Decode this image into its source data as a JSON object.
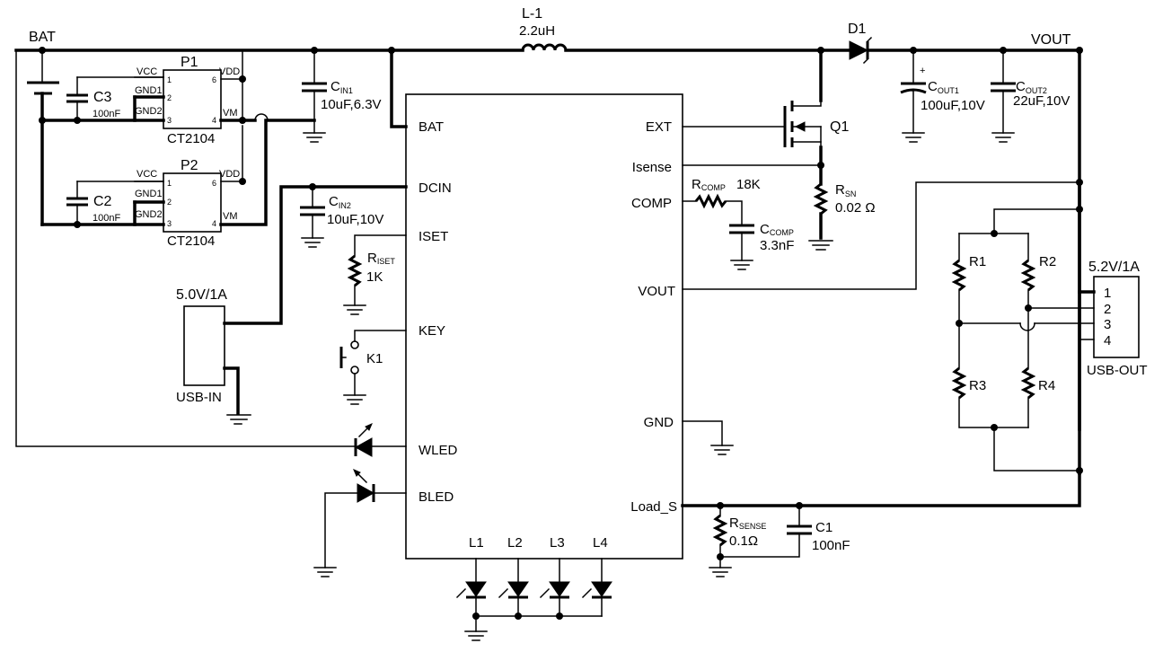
{
  "nets": {
    "bat": "BAT",
    "vout": "VOUT"
  },
  "inductor": {
    "ref": "L-1",
    "value": "2.2uH"
  },
  "diode": {
    "ref": "D1"
  },
  "transistor": {
    "ref": "Q1"
  },
  "ic": {
    "pins_left": [
      "BAT",
      "DCIN",
      "ISET",
      "KEY",
      "WLED",
      "BLED"
    ],
    "pins_right": [
      "EXT",
      "Isense",
      "COMP",
      "VOUT",
      "GND",
      "Load_S"
    ],
    "pins_bottom": [
      "L1",
      "L2",
      "L3",
      "L4"
    ]
  },
  "protection_ics": [
    {
      "ref": "P1",
      "part": "CT2104",
      "pins": {
        "vcc": "VCC",
        "gnd1": "GND1",
        "gnd2": "GND2",
        "vdd": "VDD",
        "vm": "VM"
      },
      "nums": [
        "1",
        "2",
        "3",
        "6",
        "4"
      ]
    },
    {
      "ref": "P2",
      "part": "CT2104",
      "pins": {
        "vcc": "VCC",
        "gnd1": "GND1",
        "gnd2": "GND2",
        "vdd": "VDD",
        "vm": "VM"
      },
      "nums": [
        "1",
        "2",
        "3",
        "6",
        "4"
      ]
    }
  ],
  "capacitors": {
    "c3": {
      "ref": "C3",
      "value": "100nF"
    },
    "c2": {
      "ref": "C2",
      "value": "100nF"
    },
    "cin1": {
      "ref": "C",
      "sub": "IN1",
      "value": "10uF,6.3V"
    },
    "cin2": {
      "ref": "C",
      "sub": "IN2",
      "value": "10uF,10V"
    },
    "cout1": {
      "ref": "C",
      "sub": "OUT1",
      "value": "100uF,10V",
      "polarity": "+"
    },
    "cout2": {
      "ref": "C",
      "sub": "OUT2",
      "value": "22uF,10V"
    },
    "ccomp": {
      "ref": "C",
      "sub": "COMP",
      "value": "3.3nF"
    },
    "c1": {
      "ref": "C1",
      "value": "100nF"
    }
  },
  "resistors": {
    "rset": {
      "ref": "R",
      "sub": "ISET",
      "value": "1K"
    },
    "rcomp": {
      "ref": "R",
      "sub": "COMP",
      "value": "18K"
    },
    "rsn": {
      "ref": "R",
      "sub": "SN",
      "value": "0.02 Ω"
    },
    "rsense": {
      "ref": "R",
      "sub": "SENSE",
      "value": "0.1Ω"
    },
    "r1": "R1",
    "r2": "R2",
    "r3": "R3",
    "r4": "R4"
  },
  "switch": {
    "ref": "K1"
  },
  "connectors": {
    "usb_in": {
      "rating": "5.0V/1A",
      "name": "USB-IN"
    },
    "usb_out": {
      "rating": "5.2V/1A",
      "name": "USB-OUT",
      "pins": [
        "1",
        "2",
        "3",
        "4"
      ]
    }
  }
}
